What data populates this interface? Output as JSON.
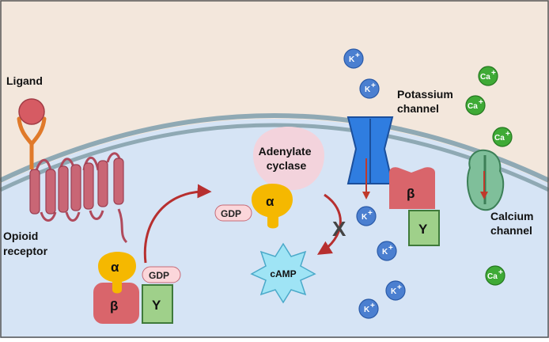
{
  "labels": {
    "ligand": "Ligand",
    "opioid_receptor": [
      "Opioid",
      "receptor"
    ],
    "adenylate_cyclase": [
      "Adenylate",
      "cyclase"
    ],
    "potassium_channel": [
      "Potassium",
      "channel"
    ],
    "calcium_channel": [
      "Calcium",
      "channel"
    ],
    "camp": "cAMP",
    "gdp": "GDP",
    "alpha": "α",
    "beta": "β",
    "gamma": "Y",
    "k_ion": "K",
    "ca_ion": "Ca",
    "charge": "+",
    "inhibition": "X"
  },
  "colors": {
    "extracellular": "#f3e7dc",
    "intracellular": "#d6e4f5",
    "membrane": "#8fa9b4",
    "receptor": "#c96675",
    "ligand": "#d65b63",
    "alpha": "#f5b800",
    "beta": "#d9656b",
    "gamma": "#9fd08a",
    "k_ion": "#4b7fd0",
    "ca_ion": "#3faa36",
    "camp": "#9fe4f5",
    "cyclase": "#f3d3dc",
    "k_channel": "#2f7de0",
    "ca_channel": "#7fbf9a",
    "arrow": "#b72f2f"
  },
  "icons": {
    "ligand": "ligand-ball-icon",
    "k_ion": "potassium-ion-icon",
    "ca_ion": "calcium-ion-icon",
    "inhibit": "inhibition-x-icon"
  }
}
